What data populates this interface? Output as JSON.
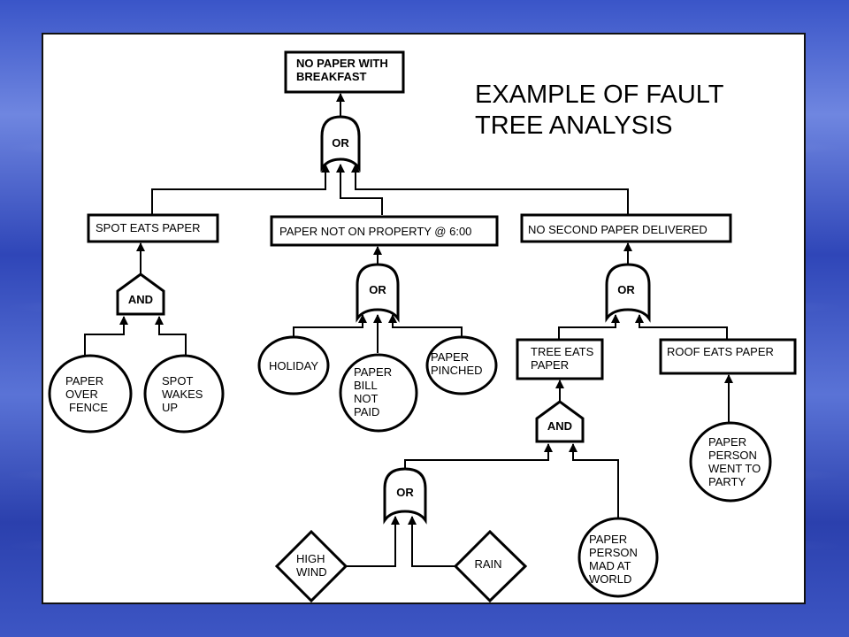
{
  "title": [
    "EXAMPLE OF FAULT",
    "TREE ANALYSIS"
  ],
  "top_event": [
    "NO PAPER WITH",
    "BREAKFAST"
  ],
  "gates": {
    "top": "OR",
    "spot": "AND",
    "property": "OR",
    "second": "OR",
    "tree": "AND",
    "weather": "OR"
  },
  "events": {
    "spot_eats_paper": "SPOT EATS PAPER",
    "paper_not_on_property": "PAPER NOT ON PROPERTY @ 6:00",
    "no_second_paper": "NO SECOND PAPER DELIVERED",
    "tree_eats_paper": [
      "TREE EATS",
      "PAPER"
    ],
    "roof_eats_paper": "ROOF EATS PAPER"
  },
  "basic_events": {
    "paper_over_fence": [
      "PAPER",
      "OVER",
      "FENCE"
    ],
    "spot_wakes_up": [
      "SPOT",
      "WAKES",
      "UP"
    ],
    "holiday": [
      "HOLIDAY"
    ],
    "paper_bill_not_paid": [
      "PAPER",
      "BILL",
      "NOT",
      "PAID"
    ],
    "paper_pinched": [
      "PAPER",
      "PINCHED"
    ],
    "paper_person_went_to_party": [
      "PAPER",
      "PERSON",
      "WENT TO",
      "PARTY"
    ],
    "paper_person_mad_at_world": [
      "PAPER",
      "PERSON",
      "MAD AT",
      "WORLD"
    ]
  },
  "undeveloped_events": {
    "high_wind": [
      "HIGH",
      "WIND"
    ],
    "rain": [
      "RAIN"
    ]
  }
}
